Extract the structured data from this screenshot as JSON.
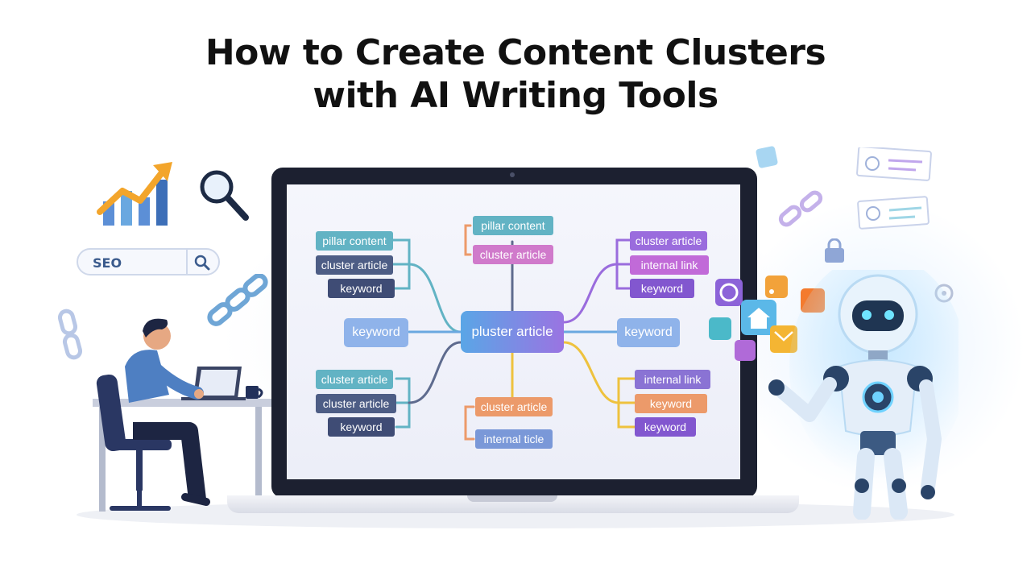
{
  "title": {
    "line1": "How to Create Content Clusters",
    "line2": "with AI Writing Tools"
  },
  "seo_search": {
    "text": "SEO",
    "icon": "search-icon"
  },
  "colors": {
    "teal": "#62b3c4",
    "blue": "#6aa8e0",
    "navy": "#4d5d85",
    "purple": "#9a6cdd",
    "orange": "#ec9a6a",
    "yellow": "#eec23e",
    "center_from": "#5aa6e6",
    "center_to": "#9a74e2"
  },
  "diagram": {
    "center": "pluster article",
    "top_group": [
      "pillar content",
      "cluster article"
    ],
    "left_top_group": [
      "pillar content",
      "cluster article",
      "keyword"
    ],
    "left_middle": "keyword",
    "left_bottom_group": [
      "cluster article",
      "cluster article",
      "keyword"
    ],
    "bottom_group": [
      "cluster article",
      "internal ticle"
    ],
    "right_top_group": [
      "cluster article",
      "internal link",
      "keyword"
    ],
    "right_middle": "keyword",
    "right_bottom_group": [
      "internal link",
      "keyword",
      "keyword"
    ]
  },
  "icons": {
    "growth_chart": "growth-chart-icon",
    "magnifier": "magnifier-icon",
    "chain": "chain-link-icon",
    "robot": "robot-illustration",
    "person": "person-at-desk-illustration"
  }
}
